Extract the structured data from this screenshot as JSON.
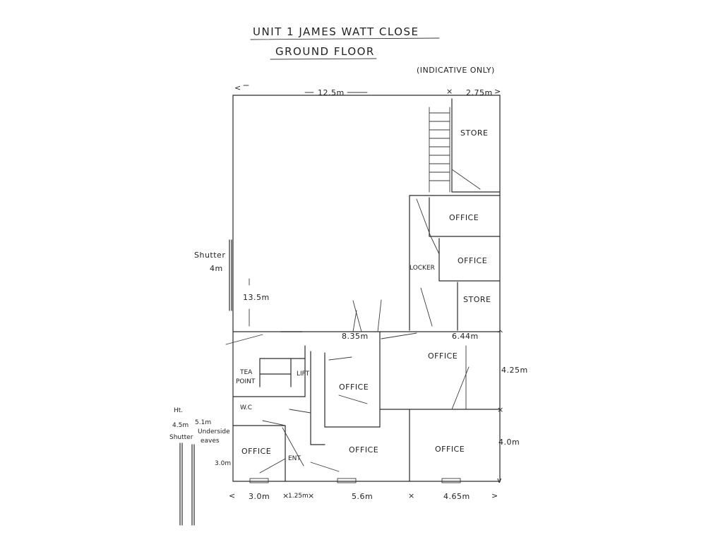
{
  "title": {
    "line1": "UNIT 1 JAMES WATT CLOSE",
    "line2": "GROUND FLOOR",
    "note": "(INDICATIVE ONLY)"
  },
  "dimensions": {
    "top_width": "12.5m",
    "top_right_width": "2.75m",
    "warehouse_depth": "13.5m",
    "shutter_left": [
      "Shutter",
      "4m"
    ],
    "mid_span": "8.35m",
    "mid_right_span": "6.44m",
    "right_upper_depth": "4.25m",
    "right_lower_depth": "4.0m",
    "bottom_left_width": "3.0m",
    "bottom_gap_width": "1.25m",
    "bottom_mid_width": "5.6m",
    "bottom_right_width": "4.65m",
    "left_office_depth": "3.0m",
    "ht_note": [
      "Ht.",
      "4.5m",
      "Shutter"
    ],
    "underside_note": [
      "5.1m",
      "Underside",
      "eaves"
    ]
  },
  "rooms": {
    "store_top": "STORE",
    "office_upper_right_1": "OFFICE",
    "office_upper_right_2": "OFFICE",
    "locker": "LOCKER",
    "store_mid": "STORE",
    "office_center_right": "OFFICE",
    "tea_point": [
      "TEA",
      "POINT"
    ],
    "lift": "LIFT",
    "office_center": "OFFICE",
    "wc": "W.C",
    "office_left": "OFFICE",
    "entrance": "ENT",
    "office_bottom_mid": "OFFICE",
    "office_bottom_right": "OFFICE"
  }
}
